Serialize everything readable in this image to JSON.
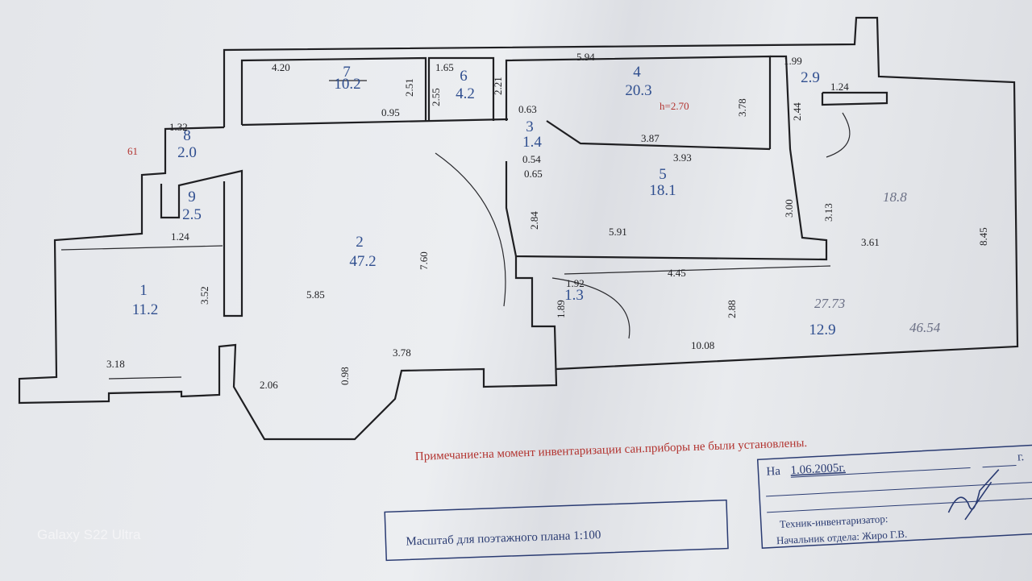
{
  "rooms": [
    {
      "num": "1",
      "area": "11.2"
    },
    {
      "num": "2",
      "area": "47.2"
    },
    {
      "num": "3",
      "area": "1.4"
    },
    {
      "num": "4",
      "area": "20.3"
    },
    {
      "num": "5",
      "area": "18.1"
    },
    {
      "num": "6",
      "area": "4.2"
    },
    {
      "num": "7",
      "area": "10.2"
    },
    {
      "num": "8",
      "area": "2.0"
    },
    {
      "num": "9",
      "area": "2.5"
    }
  ],
  "unnumbered_areas": [
    "2.9",
    "1.3",
    "12.9",
    "18.8"
  ],
  "height_label": "h=2.70",
  "red_label": "61",
  "dims": [
    "4.20",
    "0.95",
    "2.51",
    "1.65",
    "2.55",
    "2.21",
    "0.63",
    "0.54",
    "0.65",
    "1.32",
    "5.94",
    "3.87",
    "3.93",
    "3.78",
    "2.44",
    "1.99",
    "1.24",
    "3.00",
    "3.13",
    "5.91",
    "2.84",
    "3.61",
    "8.45",
    "4.45",
    "1.92",
    "1.89",
    "2.88",
    "10.08",
    "7.60",
    "5.85",
    "3.52",
    "1.24",
    "3.18",
    "2.06",
    "0.98",
    "3.78"
  ],
  "handwritten": [
    "27.73",
    "46.54"
  ],
  "note": "Примечание:на момент инвентаризации сан.приборы не были установлены.",
  "scale_box": "Масштаб для поэтажного плана 1:100",
  "stamp": {
    "date_prefix": "На",
    "date": "1.06.2005г.",
    "year_suffix": "г.",
    "technician": "Техник-инвентаризатор:",
    "head": "Начальник отдела: Жиро Г.В."
  },
  "watermark": "Galaxy S22 Ultra"
}
